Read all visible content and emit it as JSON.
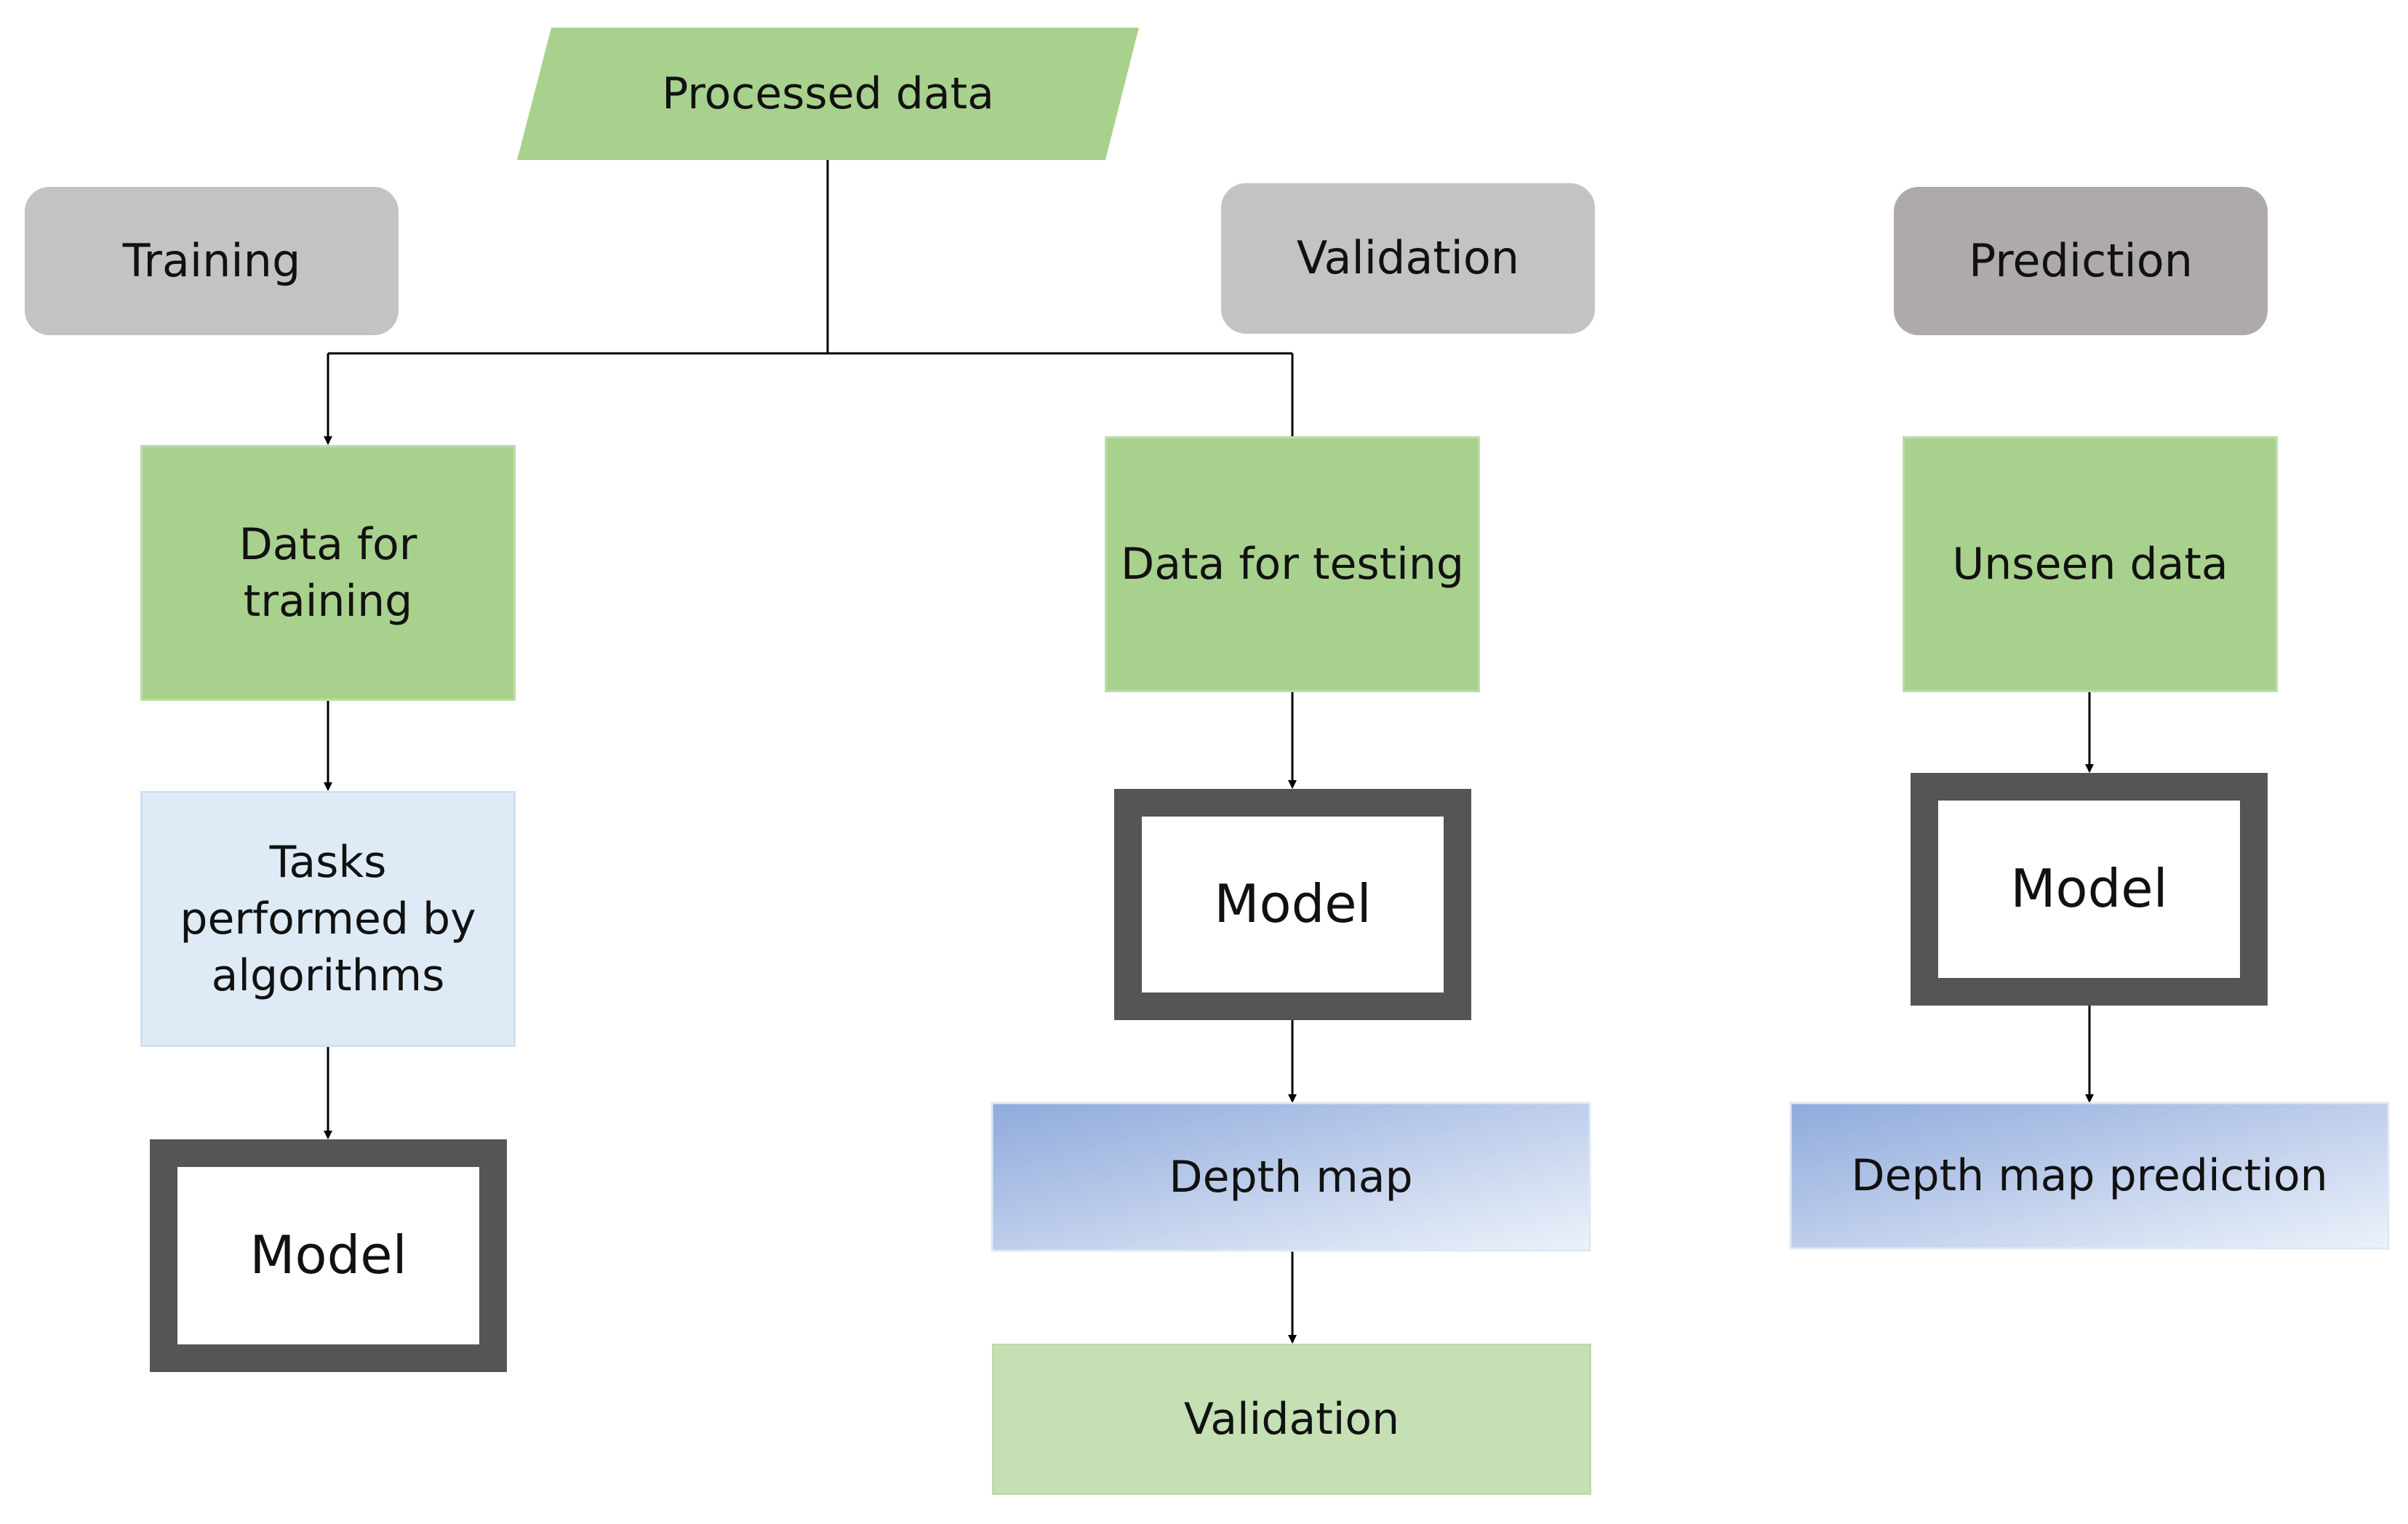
{
  "diagram": {
    "processed_data": {
      "label": "Processed data",
      "fill": "#a9d18e"
    },
    "phases": {
      "training": {
        "label": "Training",
        "fill": "#c3c3c3"
      },
      "validation": {
        "label": "Validation",
        "fill": "#c3c3c3"
      },
      "prediction": {
        "label": "Prediction",
        "fill": "#aeaaaa"
      }
    },
    "training_column": {
      "data": {
        "label": "Data for\ntraining",
        "fill": "#a9d18e"
      },
      "tasks": {
        "label": "Tasks\nperformed by\nalgorithms",
        "fill": "#deebf7"
      },
      "model": {
        "label": "Model"
      }
    },
    "validation_column": {
      "data": {
        "label": "Data for testing",
        "fill": "#a9d18e"
      },
      "model": {
        "label": "Model"
      },
      "depth_map": {
        "label": "Depth map"
      },
      "validation": {
        "label": "Validation",
        "fill": "#c5e0b4"
      }
    },
    "prediction_column": {
      "data": {
        "label": "Unseen data",
        "fill": "#a9d18e"
      },
      "model": {
        "label": "Model"
      },
      "depth_map": {
        "label": "Depth map prediction"
      }
    },
    "colors": {
      "model_frame": "#555555",
      "connector": "#000000",
      "depth_gradient_start": "#8faadc",
      "depth_gradient_end": "#edf2fa"
    }
  }
}
